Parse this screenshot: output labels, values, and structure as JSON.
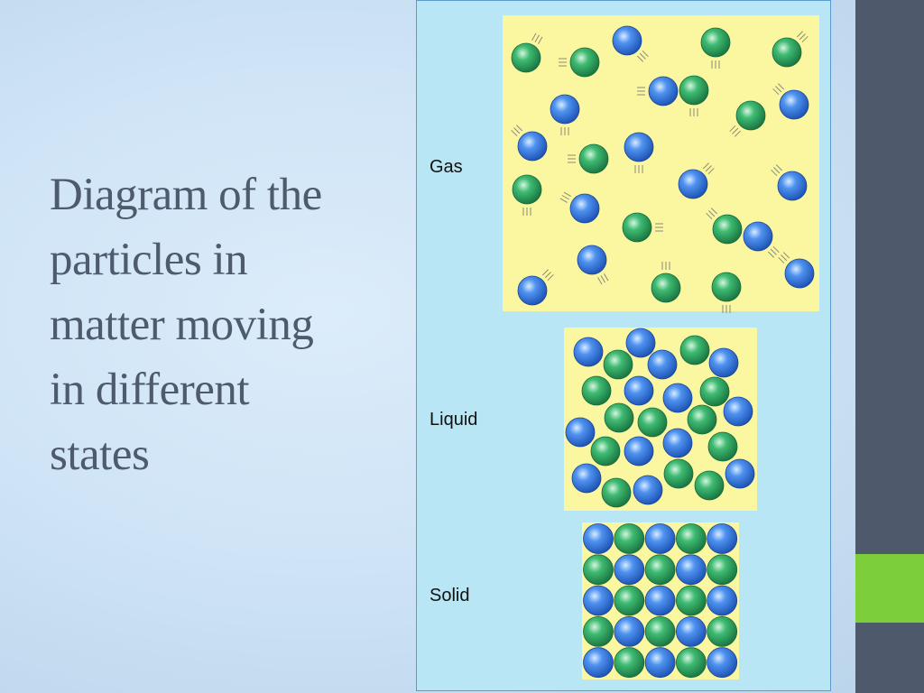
{
  "slide": {
    "title_lines": [
      "Diagram of the",
      "particles in",
      "matter moving",
      "in different",
      "states"
    ]
  },
  "diagram": {
    "states": [
      {
        "label": "Gas",
        "arrangement": "far apart, moving in all directions"
      },
      {
        "label": "Liquid",
        "arrangement": "close together, disordered"
      },
      {
        "label": "Solid",
        "arrangement": "regular grid"
      }
    ],
    "colors": {
      "panel_background": "#b9e6f5",
      "box_fill": "#fbf7a0",
      "particle_blue": "#2a6fd8",
      "particle_green": "#2ca05a"
    }
  },
  "theme": {
    "sidebar_color": "#4e596b",
    "accent_color": "#7ccf3a",
    "title_color": "#4e5a6e"
  }
}
